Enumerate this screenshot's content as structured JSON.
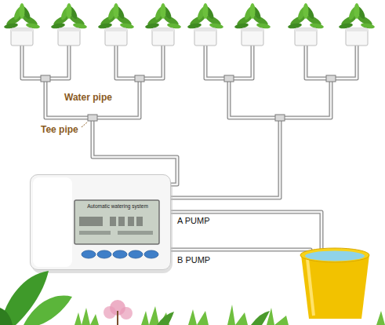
{
  "diagram": {
    "nodes": [
      {
        "text": [
          "Automatic watering system"
        ]
      }
    ],
    "labels": [
      "Water pipe",
      "Tee pipe",
      "A PUMP",
      "B PUMP"
    ]
  }
}
